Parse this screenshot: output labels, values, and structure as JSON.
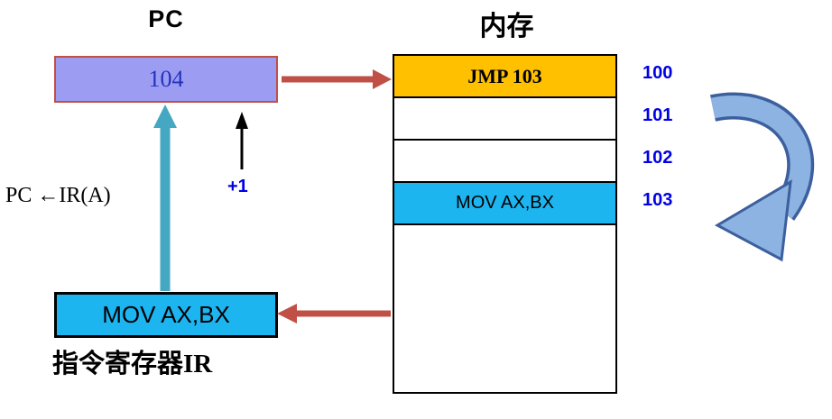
{
  "pc": {
    "title": "PC",
    "value": "104"
  },
  "memory": {
    "title": "内存",
    "rows": [
      {
        "label": "JMP 103",
        "address": "100",
        "fill": "#FFC000"
      },
      {
        "label": "",
        "address": "101",
        "fill": "#FFFFFF"
      },
      {
        "label": "",
        "address": "102",
        "fill": "#FFFFFF"
      },
      {
        "label": "MOV AX,BX",
        "address": "103",
        "fill": "#1CB5F0"
      },
      {
        "label": "",
        "address": "",
        "fill": "#FFFFFF"
      }
    ]
  },
  "ir": {
    "value": "MOV AX,BX",
    "label": "指令寄存器IR",
    "fill": "#1CB5F0"
  },
  "annotations": {
    "increment": "+1",
    "assignment": "PC ←IR(A)"
  },
  "colors": {
    "pc_fill": "#9C9CF2",
    "pc_border": "#C05046",
    "pc_value_text": "#2233BB",
    "address_text": "#0000E6",
    "arrow_red": "#C05046",
    "arrow_teal": "#44A8C2",
    "arrow_black": "#000000",
    "swoosh_fill": "#8DB3E2",
    "swoosh_outline": "#3C5F9E"
  }
}
